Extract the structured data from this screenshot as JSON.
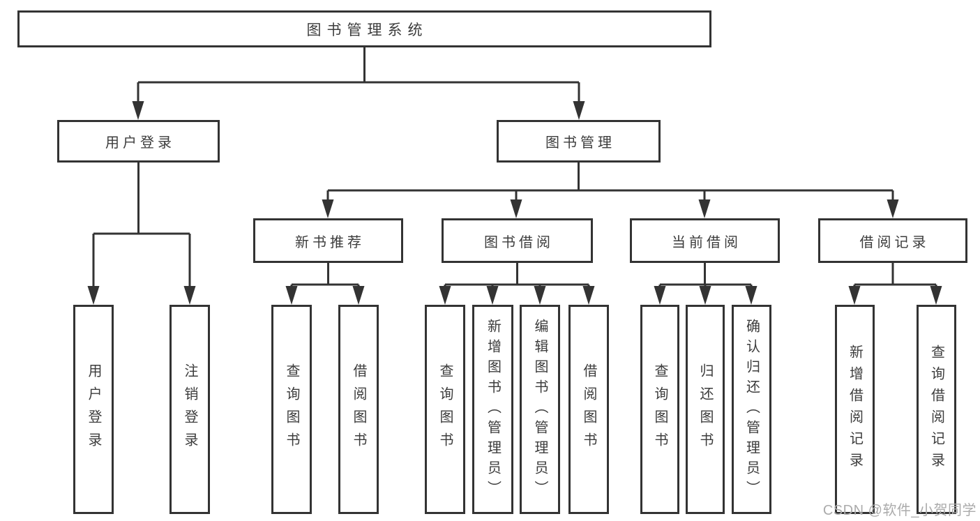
{
  "colors": {
    "line": "#333333",
    "text": "#3c3c3c",
    "watermark": "#ababab",
    "background": "#ffffff"
  },
  "watermark": "CSDN @软件_小贺同学",
  "nodes": {
    "root": "图书管理系统",
    "user_login": "用户登录",
    "book_management": "图书管理",
    "new_book_recommend": "新书推荐",
    "book_borrow": "图书借阅",
    "current_borrow": "当前借阅",
    "borrow_records": "借阅记录",
    "ul_user_login": "用户登录",
    "ul_logout": "注销登录",
    "nb_query_books": "查询图书",
    "nb_borrow_books": "借阅图书",
    "bb_query_books": "查询图书",
    "bb_add_books": "新增图书（管理员）",
    "bb_edit_books": "编辑图书（管理员）",
    "bb_borrow_books": "借阅图书",
    "cb_query_books": "查询图书",
    "cb_return_books": "归还图书",
    "cb_confirm_return": "确认归还（管理员）",
    "br_add_record": "新增借阅记录",
    "br_query_record": "查询借阅记录"
  },
  "hierarchy": {
    "图书管理系统": {
      "用户登录": [
        "用户登录",
        "注销登录"
      ],
      "图书管理": {
        "新书推荐": [
          "查询图书",
          "借阅图书"
        ],
        "图书借阅": [
          "查询图书",
          "新增图书（管理员）",
          "编辑图书（管理员）",
          "借阅图书"
        ],
        "当前借阅": [
          "查询图书",
          "归还图书",
          "确认归还（管理员）"
        ],
        "借阅记录": [
          "新增借阅记录",
          "查询借阅记录"
        ]
      }
    }
  }
}
